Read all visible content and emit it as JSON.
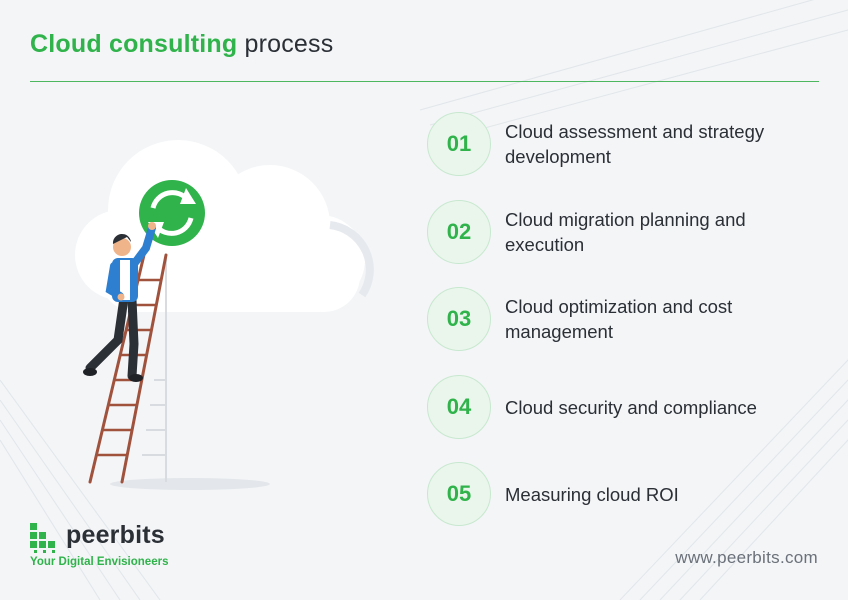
{
  "header": {
    "title_highlight": "Cloud consulting",
    "title_rest": "process"
  },
  "steps": [
    {
      "number": "01",
      "label": "Cloud assessment and strategy development"
    },
    {
      "number": "02",
      "label": "Cloud migration planning and execution"
    },
    {
      "number": "03",
      "label": "Cloud optimization and cost management"
    },
    {
      "number": "04",
      "label": "Cloud security and compliance"
    },
    {
      "number": "05",
      "label": "Measuring cloud ROI"
    }
  ],
  "brand": {
    "name": "peerbits",
    "tagline": "Your Digital Envisioneers",
    "website": "www.peerbits.com"
  },
  "colors": {
    "accent": "#2fb34a",
    "text": "#2b2f36",
    "muted": "#6b717a",
    "background": "#f3f5f7"
  },
  "icons": [
    "sync-icon",
    "peerbits-logo-icon"
  ]
}
